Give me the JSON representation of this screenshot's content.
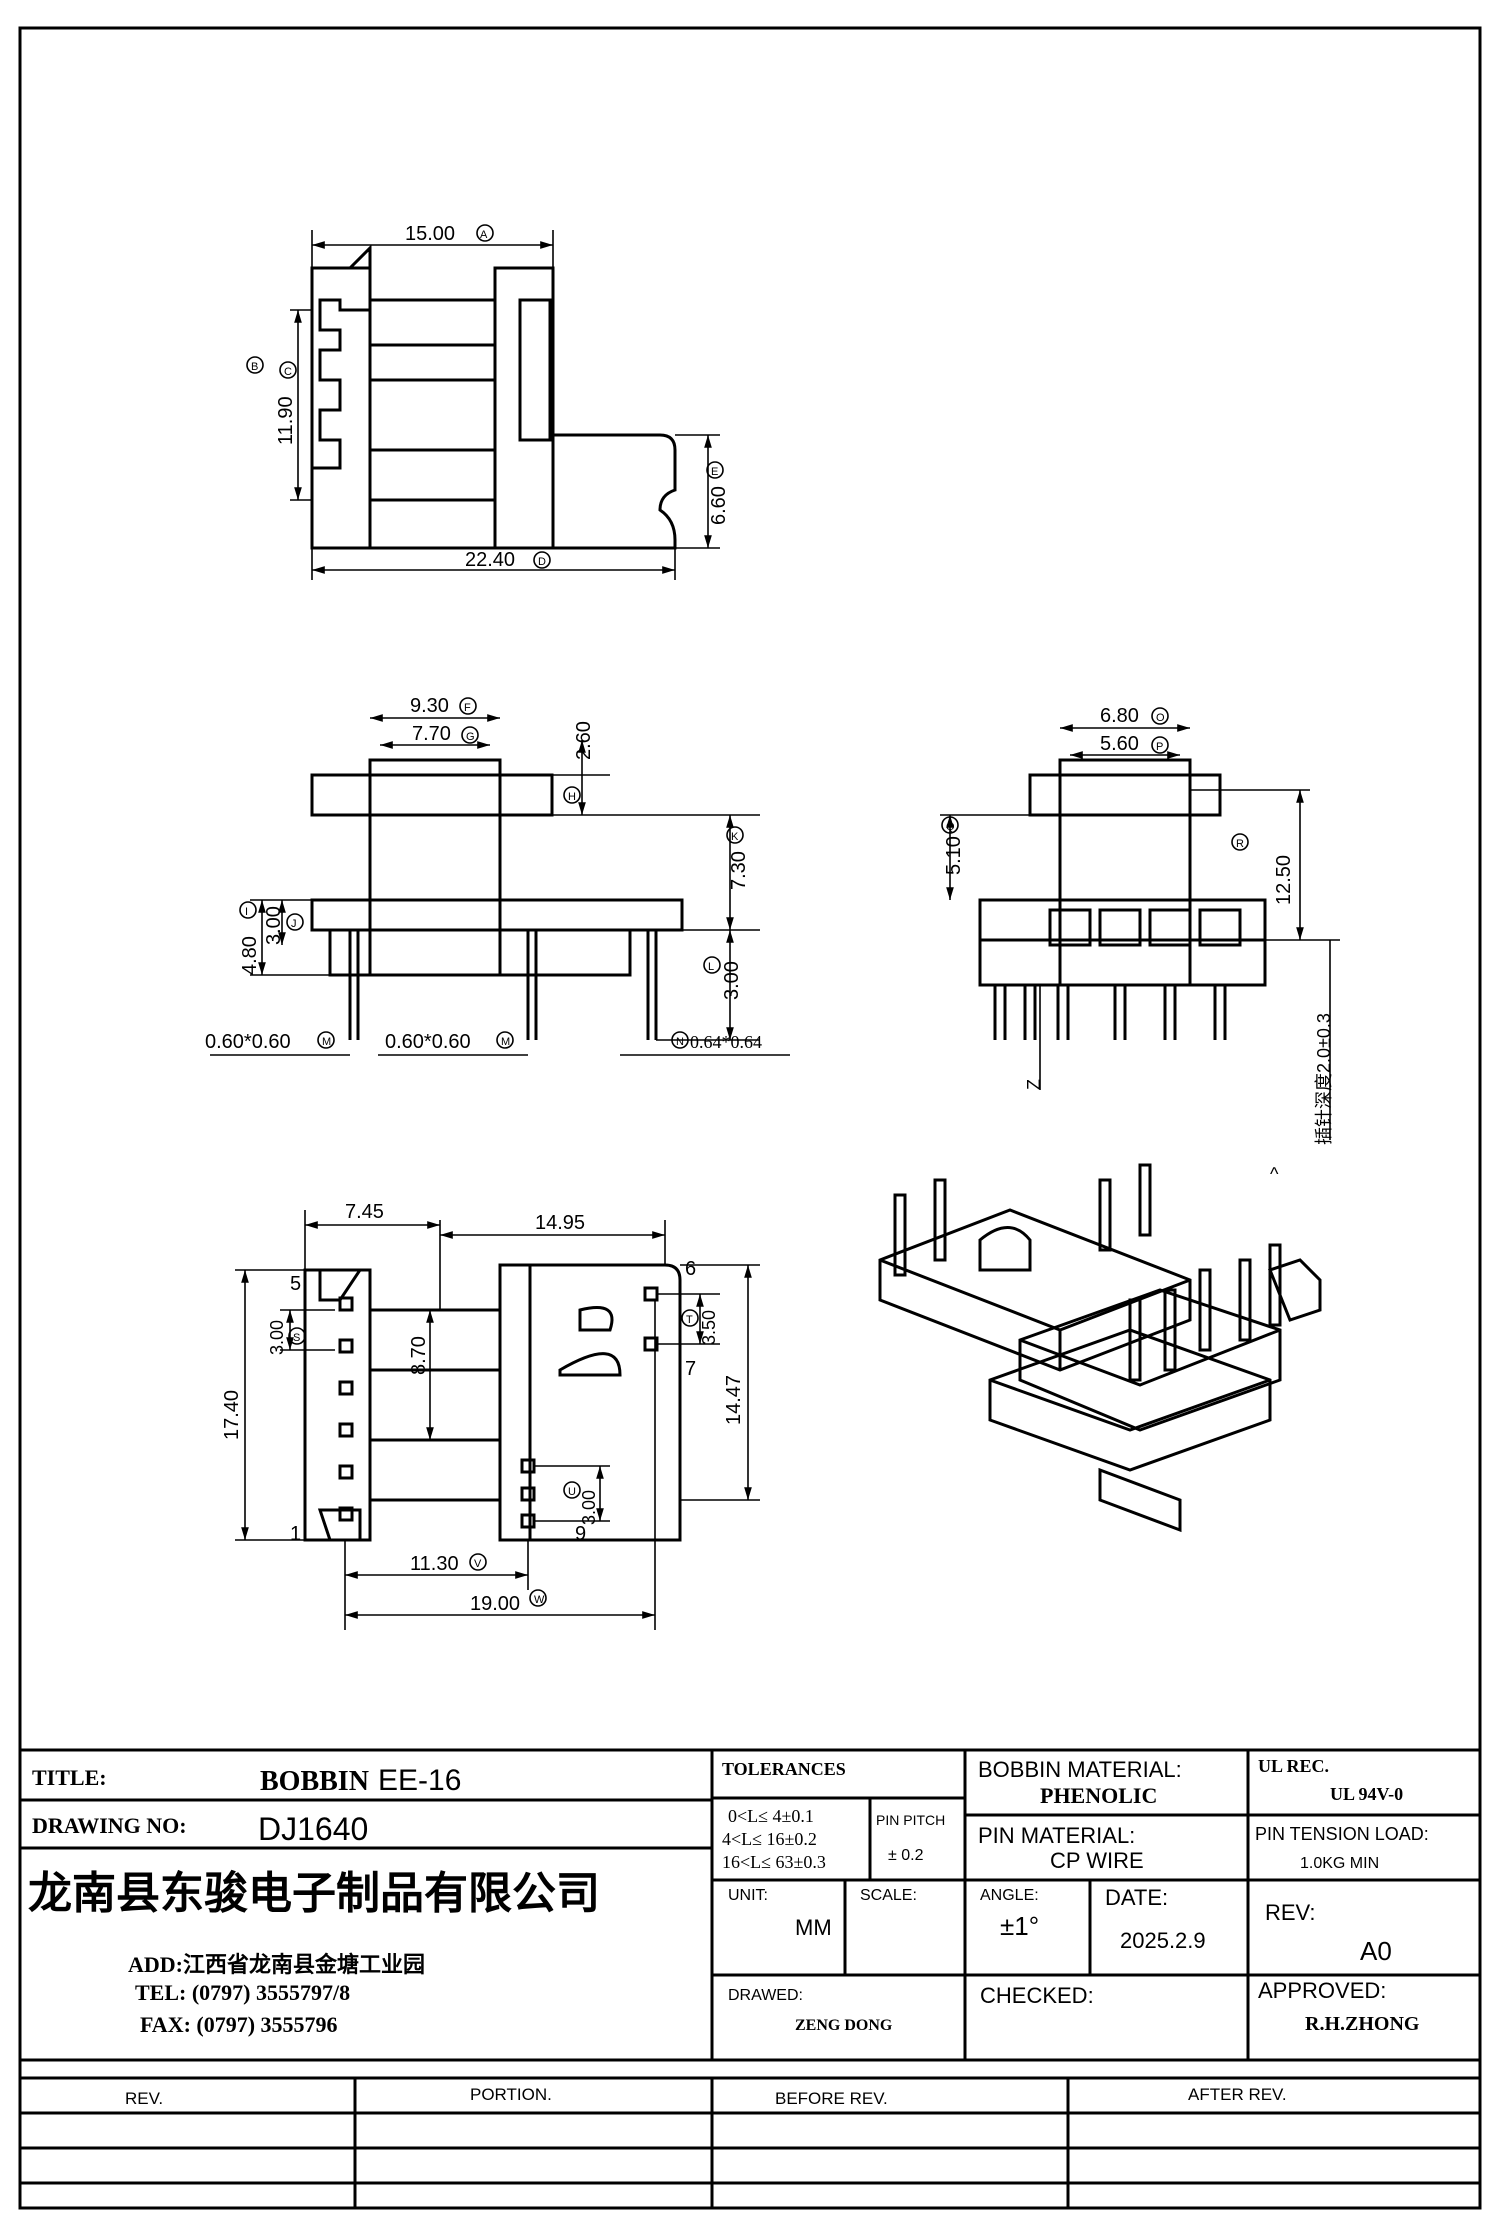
{
  "drawing": {
    "top_view": {
      "width_a": "15.00",
      "height_c": "11.90",
      "flange_e": "6.60",
      "length_d": "22.40",
      "mark_b": "B",
      "mark_c": "C",
      "mark_a": "A",
      "mark_e": "E",
      "mark_d": "D"
    },
    "front_view": {
      "dim_f": "9.30",
      "dim_g": "7.70",
      "dim_h": "2.60",
      "dim_k": "7.30",
      "dim_i": "4.80",
      "dim_j": "3.00",
      "dim_l": "3.00",
      "pin_m1": "0.60*0.60",
      "pin_m2": "0.60*0.60",
      "pin_n": "0.64*0.64",
      "mark_f": "F",
      "mark_g": "G",
      "mark_h": "H",
      "mark_k": "K",
      "mark_i": "I",
      "mark_j": "J",
      "mark_l": "L",
      "mark_m1": "M",
      "mark_m2": "M",
      "mark_n": "N"
    },
    "side_view": {
      "dim_o": "6.80",
      "dim_p": "5.60",
      "dim_q": "5.10",
      "dim_total": "12.50",
      "insert_depth": "插针深度2.0±0.3",
      "z_label": "Z",
      "mark_o": "O",
      "mark_p": "P",
      "mark_q": "Q",
      "mark_r": "R",
      "caret": "^"
    },
    "bottom_view": {
      "dim_left": "7.45",
      "dim_right": "14.95",
      "dim_height": "17.40",
      "dim_s": "3.00",
      "dim_inner": "8.70",
      "dim_t": "3.50",
      "dim_14_47": "14.47",
      "dim_u": "3.00",
      "dim_v": "11.30",
      "dim_w": "19.00",
      "mark_s": "S",
      "mark_t": "T",
      "mark_u": "U",
      "mark_v": "V",
      "mark_w": "W",
      "pin_1": "1",
      "pin_5": "5",
      "pin_6": "6",
      "pin_7": "7",
      "pin_9": "9"
    }
  },
  "title_block": {
    "title_label": "TITLE:",
    "title_value_bold": "BOBBIN",
    "title_value": "EE-16",
    "drawing_no_label": "DRAWING NO:",
    "drawing_no": "DJ1640",
    "company": "龙南县东骏电子制品有限公司",
    "address": "ADD:江西省龙南县金塘工业园",
    "tel": "TEL: (0797) 3555797/8",
    "fax": "FAX: (0797) 3555796",
    "tolerances_label": "TOLERANCES",
    "tol_line1": "0<L≤ 4±0.1",
    "tol_line2": "4<L≤ 16±0.2",
    "tol_line3": "16<L≤ 63±0.3",
    "pin_pitch_label": "PIN PITCH",
    "pin_pitch_value": "± 0.2",
    "unit_label": "UNIT:",
    "unit_value": "MM",
    "scale_label": "SCALE:",
    "drawed_label": "DRAWED:",
    "drawed_value": "ZENG DONG",
    "bobbin_material_label": "BOBBIN MATERIAL:",
    "bobbin_material_value": "PHENOLIC",
    "pin_material_label": "PIN MATERIAL:",
    "pin_material_value": "CP WIRE",
    "angle_label": "ANGLE:",
    "angle_value": "±1°",
    "date_label": "DATE:",
    "date_value": "2025.2.9",
    "checked_label": "CHECKED:",
    "ul_rec_label": "UL REC.",
    "ul_rec_value": "UL 94V-0",
    "pin_tension_label": "PIN TENSION LOAD:",
    "pin_tension_value": "1.0KG MIN",
    "rev_label": "REV:",
    "rev_value": "A0",
    "approved_label": "APPROVED:",
    "approved_value": "R.H.ZHONG"
  },
  "revision_table": {
    "headers": [
      "REV.",
      "PORTION.",
      "BEFORE REV.",
      "AFTER REV."
    ]
  }
}
